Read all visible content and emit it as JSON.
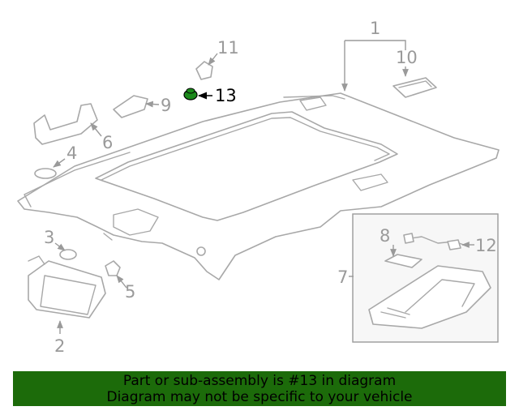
{
  "callouts": {
    "c1": "1",
    "c2": "2",
    "c3": "3",
    "c4": "4",
    "c5": "5",
    "c6": "6",
    "c7": "7",
    "c8": "8",
    "c9": "9",
    "c10": "10",
    "c11": "11",
    "c12": "12",
    "c13": "13"
  },
  "highlighted_part": "13",
  "highlight_color": "#1c8a1c",
  "banner": {
    "line1": "Part or sub-assembly is #13 in diagram",
    "line2": "Diagram may not be specific to your vehicle",
    "background": "#1c6b0a"
  }
}
